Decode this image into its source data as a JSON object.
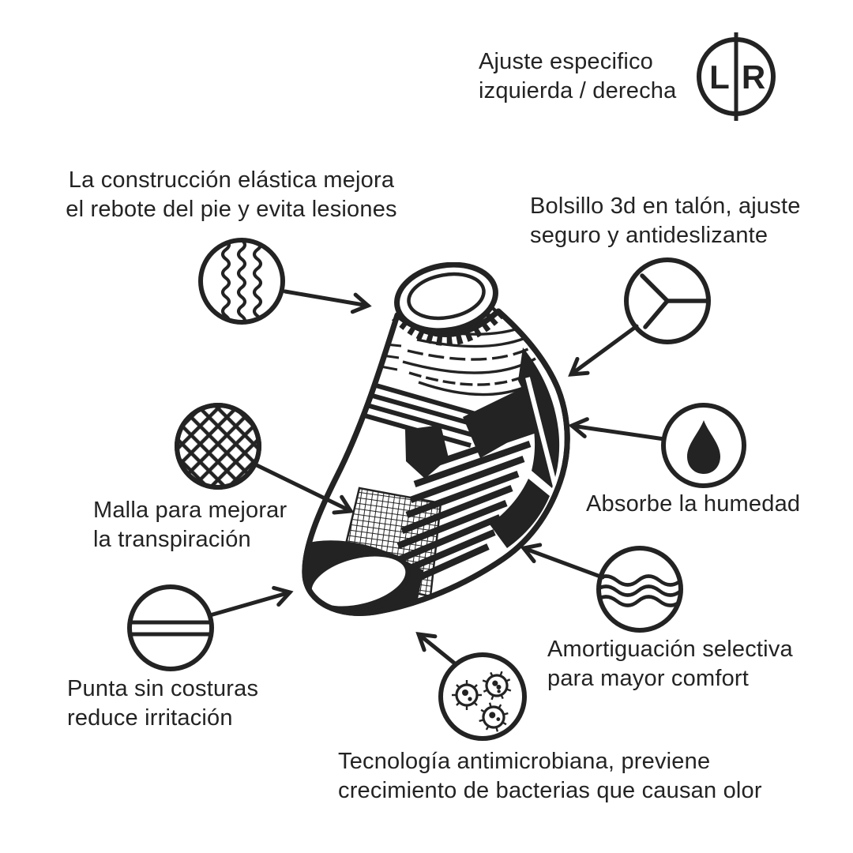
{
  "colors": {
    "ink": "#232323",
    "background": "#ffffff"
  },
  "subject": "sock-feature-infographic",
  "callouts": {
    "fit": {
      "line1": "Ajuste especifico",
      "line2": "izquierda / derecha",
      "icon": "left-right-fit-icon",
      "letters": {
        "left": "L",
        "right": "R"
      }
    },
    "elastic": {
      "line1": "La construcción elástica mejora",
      "line2": "el rebote del pie y evita lesiones",
      "icon": "elastic-coils-icon"
    },
    "heel_pocket": {
      "line1": "Bolsillo 3d en talón, ajuste",
      "line2": "seguro y antideslizante",
      "icon": "heel-pocket-icon"
    },
    "mesh": {
      "line1": "Malla para mejorar",
      "line2": "la transpiración",
      "icon": "mesh-grid-icon"
    },
    "moisture": {
      "line1": "Absorbe la humedad",
      "icon": "water-drop-icon"
    },
    "seamless_toe": {
      "line1": "Punta sin costuras",
      "line2": "reduce irritación",
      "icon": "seamless-toe-icon"
    },
    "cushioning": {
      "line1": "Amortiguación selectiva",
      "line2": "para mayor comfort",
      "icon": "cushioning-waves-icon"
    },
    "antimicrobial": {
      "line1": "Tecnología antimicrobiana, previene",
      "line2": "crecimiento de bacterias que causan olor",
      "icon": "antimicrobial-bacteria-icon"
    }
  }
}
